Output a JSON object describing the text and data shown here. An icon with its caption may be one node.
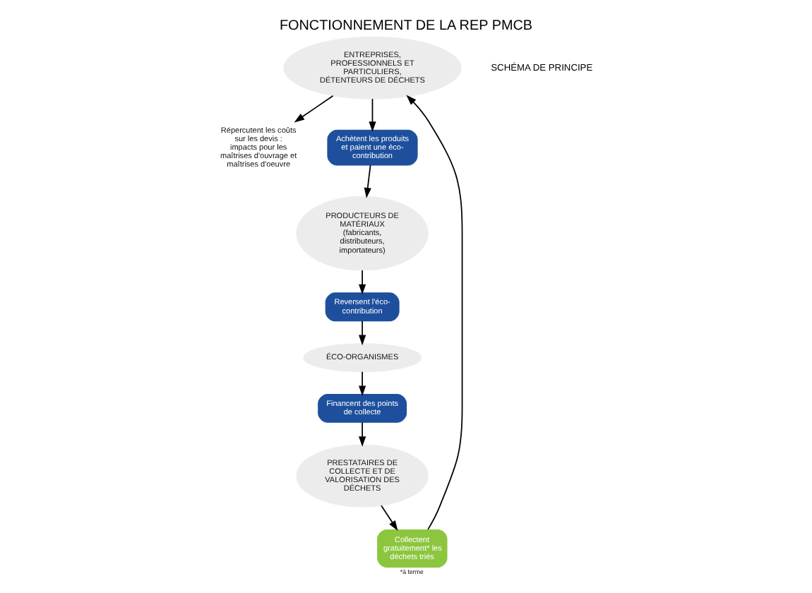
{
  "diagram": {
    "title": "FONCTIONNEMENT DE LA REP PMCB",
    "nodes": [
      {
        "text": [
          "ENTREPRISES, PROFESSIONNELS ET PARTICULIERS, DÉTENTEURS DE DÉCHETS"
        ]
      },
      {
        "text": [
          "Répercutent les coûts sur les devis : impacts pour les maîtrises d'ouvrage et maîtrises d'oeuvre"
        ]
      },
      {
        "text": [
          "Achètent les produits et paient une éco-contribution"
        ]
      },
      {
        "text": [
          "PRODUCTEURS DE MATÉRIAUX",
          "(fabricants, distributeurs, importateurs)"
        ]
      },
      {
        "text": [
          "Reversent l'éco-contribution"
        ]
      },
      {
        "text": [
          "ÉCO-ORGANISMES"
        ]
      },
      {
        "text": [
          "Financent des points de collecte"
        ]
      },
      {
        "text": [
          "PRESTATAIRES DE COLLECTE ET DE VALORISATION DES DÉCHETS"
        ]
      },
      {
        "text": [
          "Collectent gratuitement* les déchets triés"
        ],
        "beside": [
          "*à terme"
        ]
      }
    ],
    "edges": [
      {
        "from": 0,
        "to": 1,
        "arrow": "to"
      },
      {
        "from": 0,
        "to": 2,
        "arrow": "to"
      },
      {
        "from": 2,
        "to": 3,
        "arrow": "to"
      },
      {
        "from": 3,
        "to": 4,
        "arrow": "to"
      },
      {
        "from": 4,
        "to": 5,
        "arrow": "to"
      },
      {
        "from": 5,
        "to": 6,
        "arrow": "to"
      },
      {
        "from": 6,
        "to": 7,
        "arrow": "to"
      },
      {
        "from": 7,
        "to": 8,
        "arrow": "to"
      },
      {
        "from": 8,
        "to": 0,
        "arrow": "to"
      }
    ],
    "labels": [
      "SCHÉMA DE PRINCIPE"
    ]
  }
}
